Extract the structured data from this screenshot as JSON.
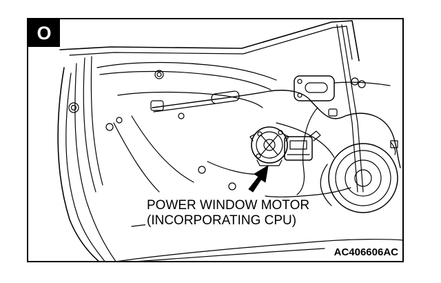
{
  "step": {
    "letter": "O"
  },
  "callout": {
    "line1": "POWER WINDOW MOTOR",
    "line2": "(INCORPORATING CPU)"
  },
  "figure_id": "AC406606AC",
  "colors": {
    "ink": "#000000",
    "paper": "#ffffff"
  },
  "icons": {
    "arrow": "arrow-up-right-icon"
  }
}
